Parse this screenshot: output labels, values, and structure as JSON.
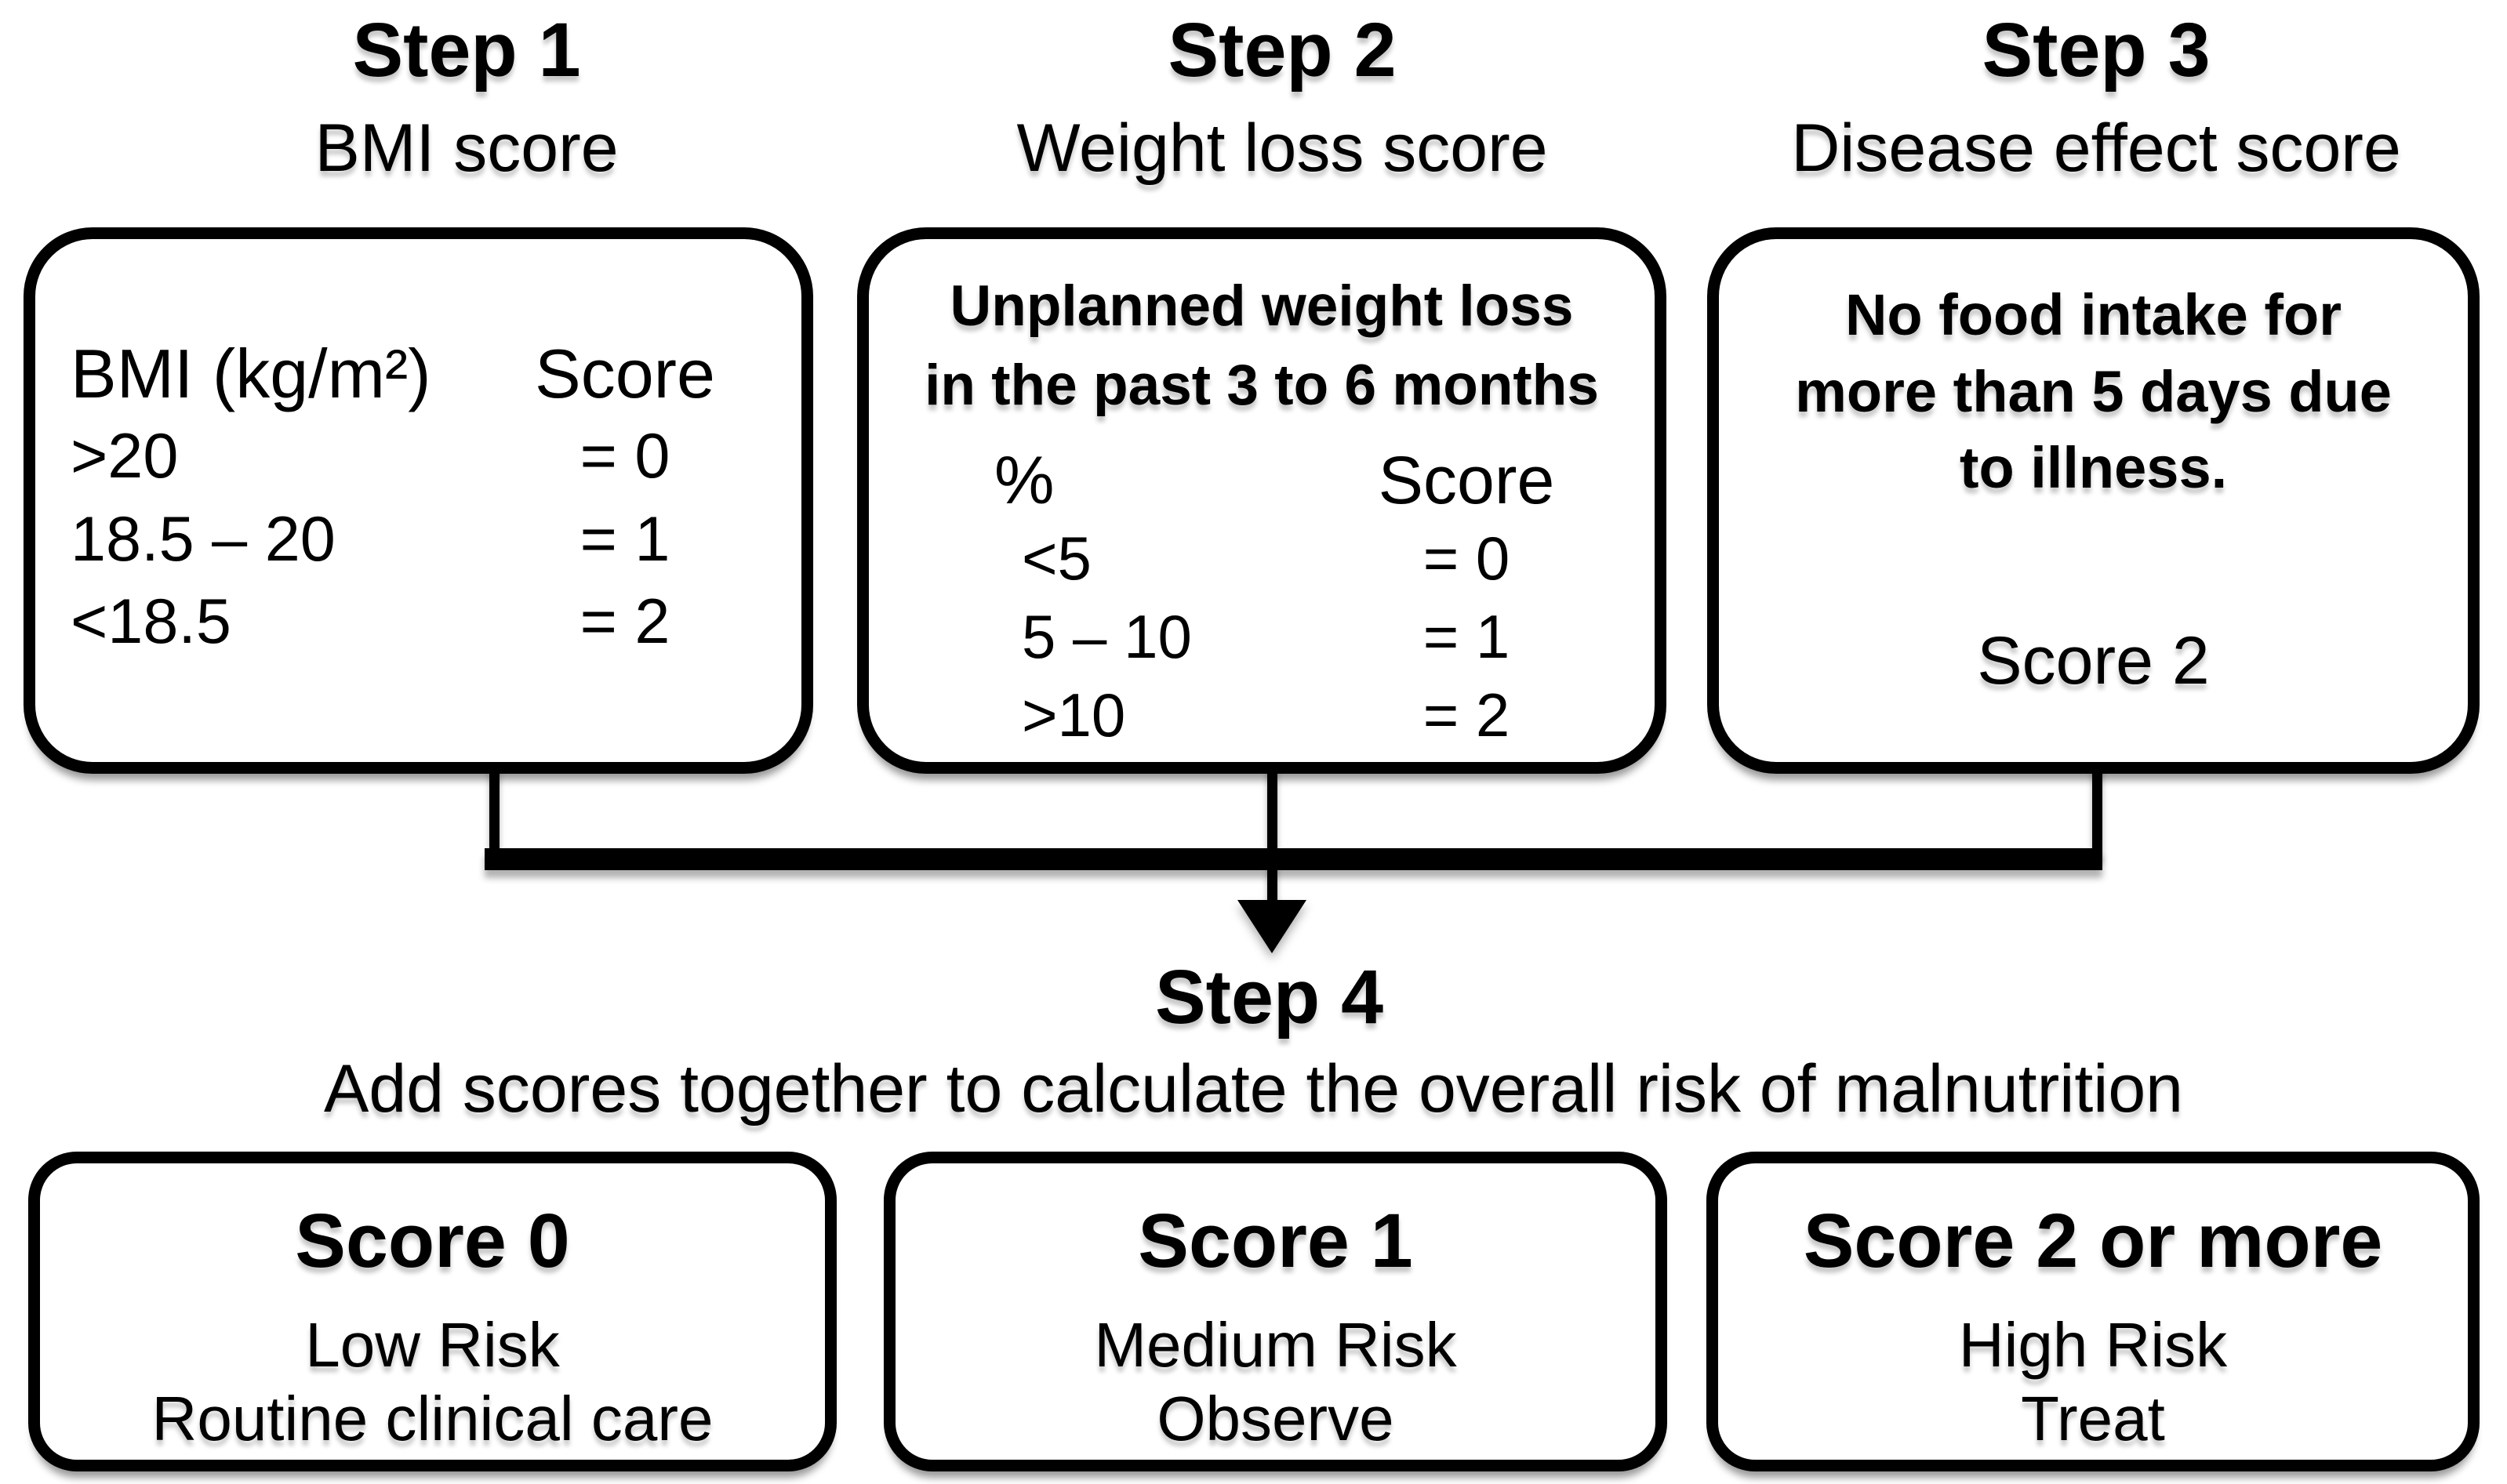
{
  "colors": {
    "ink": "#000000",
    "background": "#ffffff"
  },
  "steps": [
    {
      "title": "Step 1",
      "subtitle": "BMI score",
      "box": {
        "col1": "BMI (kg/m²)",
        "col2": "Score",
        "rows": [
          {
            "label": ">20",
            "score": "= 0"
          },
          {
            "label": "18.5 – 20",
            "score": "= 1"
          },
          {
            "label": "<18.5",
            "score": "= 2"
          }
        ]
      }
    },
    {
      "title": "Step 2",
      "subtitle": "Weight loss score",
      "box": {
        "heading_line1": "Unplanned weight loss",
        "heading_line2": "in the past 3 to 6 months",
        "col1": "%",
        "col2": "Score",
        "rows": [
          {
            "label": "<5",
            "score": "= 0"
          },
          {
            "label": "5 – 10",
            "score": "= 1"
          },
          {
            "label": ">10",
            "score": "= 2"
          }
        ]
      }
    },
    {
      "title": "Step 3",
      "subtitle": "Disease effect score",
      "box": {
        "line1": "No food intake for",
        "line2": "more than 5 days due",
        "line3": "to illness.",
        "score": "Score 2"
      }
    }
  ],
  "step4": {
    "title": "Step 4",
    "subtitle": "Add scores together to calculate the overall risk of malnutrition"
  },
  "results": [
    {
      "title": "Score 0",
      "risk": "Low Risk",
      "action": "Routine clinical care"
    },
    {
      "title": "Score 1",
      "risk": "Medium Risk",
      "action": "Observe"
    },
    {
      "title": "Score 2 or more",
      "risk": "High Risk",
      "action": "Treat"
    }
  ]
}
